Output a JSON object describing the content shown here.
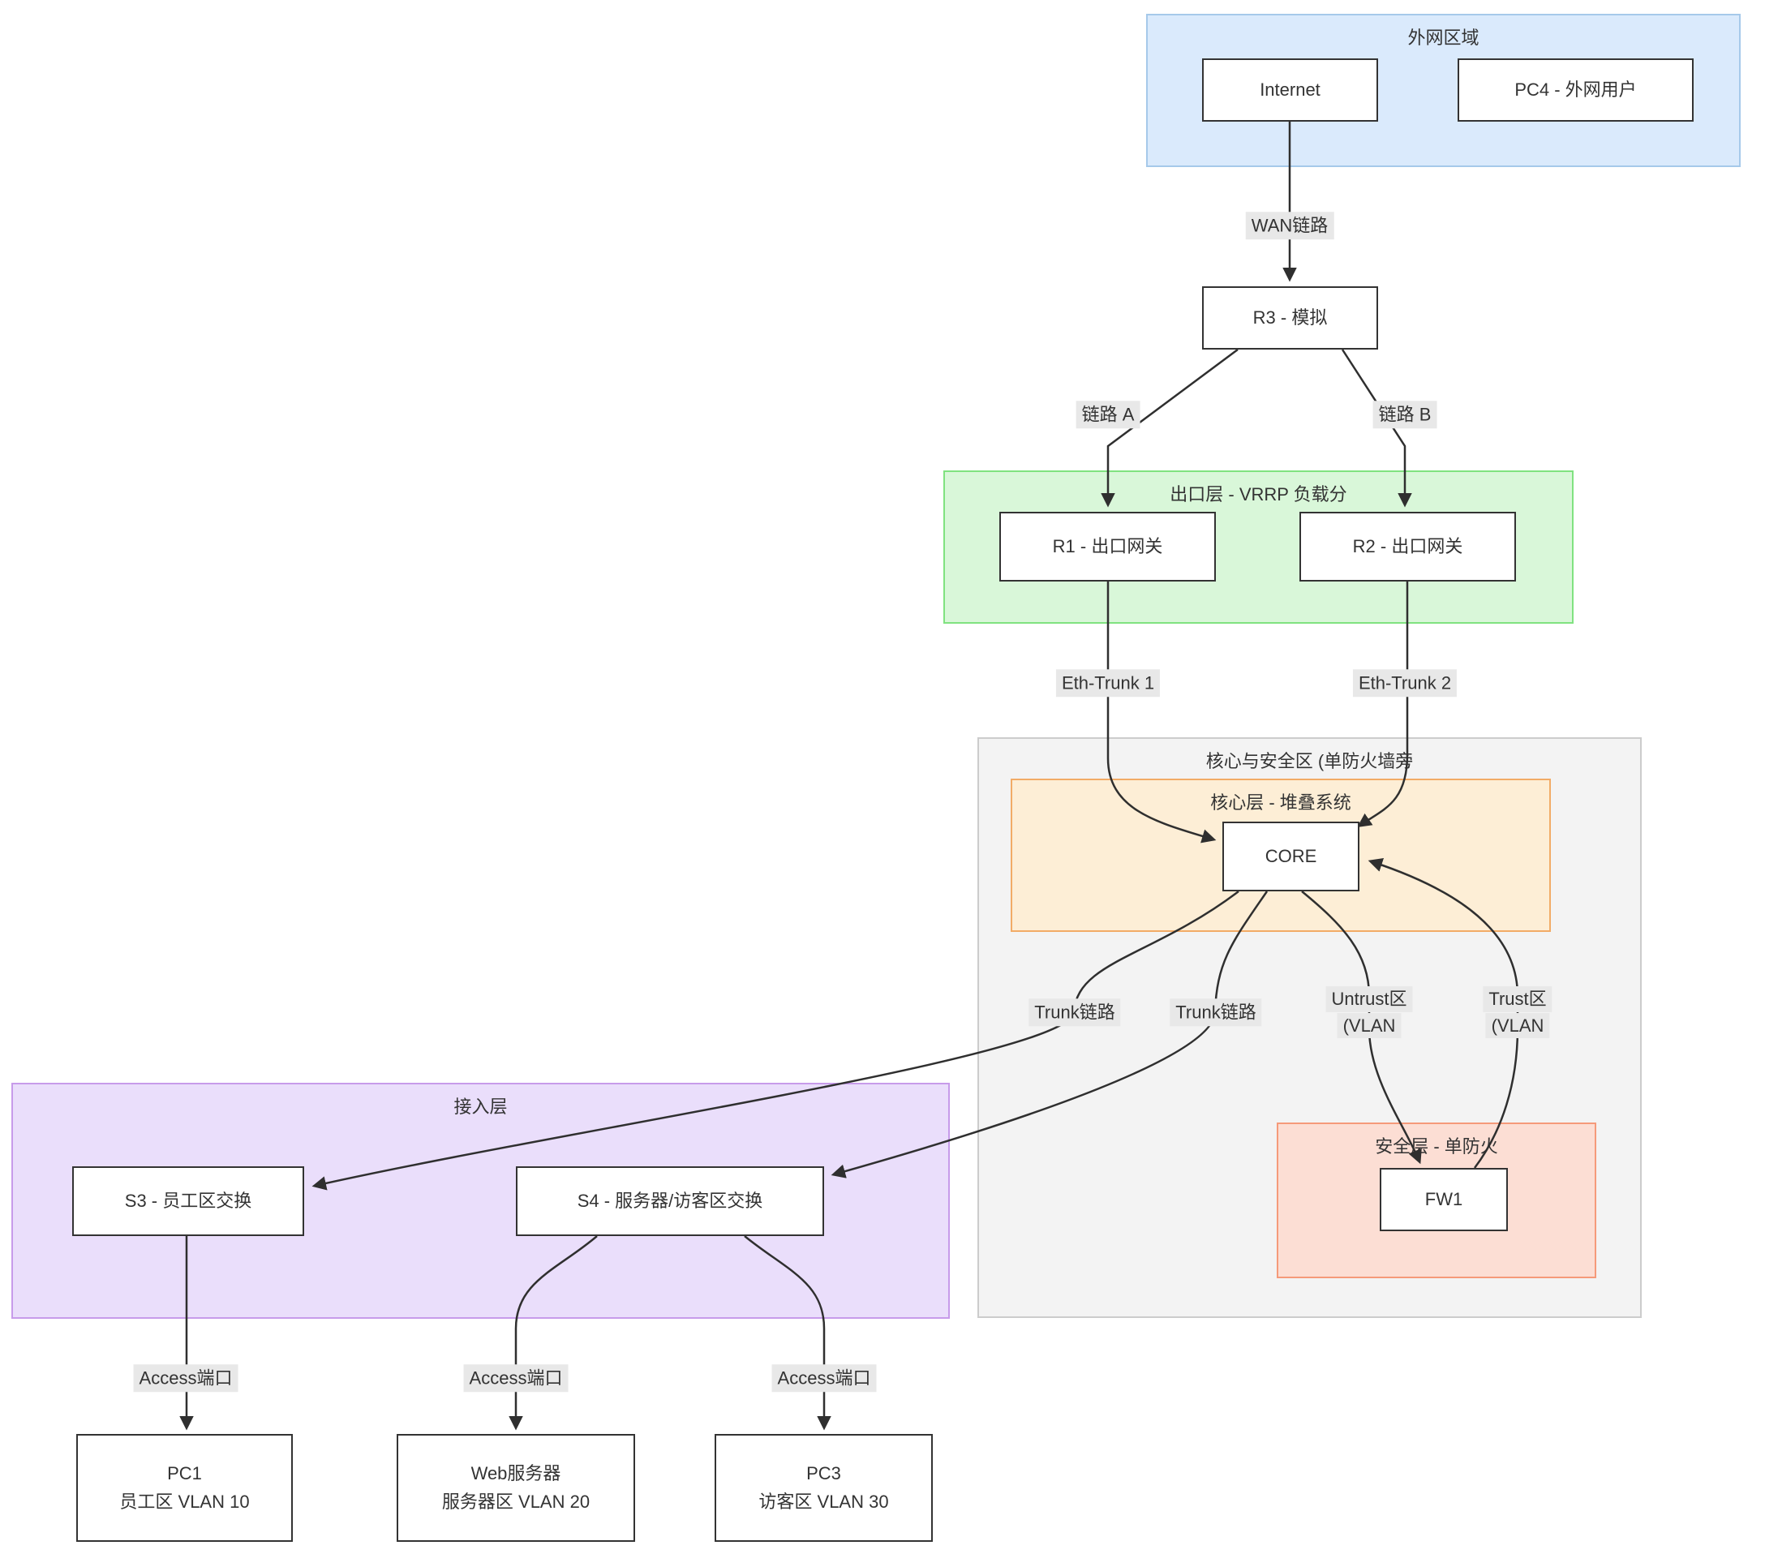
{
  "diagram": {
    "regions": {
      "external": {
        "title": "外网区域"
      },
      "exit_layer": {
        "title": "出口层 - VRRP 负载分"
      },
      "core_security": {
        "title": "核心与安全区 (单防火墙旁"
      },
      "core_layer": {
        "title": "核心层 - 堆叠系统"
      },
      "security_layer": {
        "title": "安全层 - 单防火"
      },
      "access_layer": {
        "title": "接入层"
      }
    },
    "nodes": {
      "internet": {
        "label": "Internet"
      },
      "pc4": {
        "label": "PC4 - 外网用户"
      },
      "r3": {
        "label": "R3 - 模拟"
      },
      "r1": {
        "label": "R1 - 出口网关"
      },
      "r2": {
        "label": "R2 - 出口网关"
      },
      "core": {
        "label": "CORE"
      },
      "fw1": {
        "label": "FW1"
      },
      "s3": {
        "label": "S3 - 员工区交换"
      },
      "s4": {
        "label": "S4 - 服务器/访客区交换"
      },
      "pc1": {
        "line1": "PC1",
        "line2": "员工区 VLAN 10"
      },
      "web_server": {
        "line1": "Web服务器",
        "line2": "服务器区 VLAN 20"
      },
      "pc3": {
        "line1": "PC3",
        "line2": "访客区 VLAN 30"
      }
    },
    "edge_labels": {
      "wan": "WAN链路",
      "link_a": "链路 A",
      "link_b": "链路 B",
      "eth_trunk_1": "Eth-Trunk 1",
      "eth_trunk_2": "Eth-Trunk 2",
      "trunk_left": "Trunk链路",
      "trunk_right": "Trunk链路",
      "untrust_line1": "Untrust区",
      "untrust_line2": "(VLAN",
      "trust_line1": "Trust区",
      "trust_line2": "(VLAN",
      "access_1": "Access端口",
      "access_2": "Access端口",
      "access_3": "Access端口"
    }
  },
  "colors": {
    "edge": "#2f2f2f",
    "node_border": "#333333",
    "node_fill": "#ffffff",
    "text": "#333333",
    "label_bg": "#e8e8e8",
    "region_blue_fill": "#daeafc",
    "region_blue_border": "#a6c9ea",
    "region_green_fill": "#d9f7d9",
    "region_green_border": "#80e280",
    "region_gray_fill": "#f3f3f3",
    "region_gray_border": "#cccccc",
    "region_orange_fill": "#fdeed6",
    "region_orange_border": "#f2ab66",
    "region_red_fill": "#fcded4",
    "region_red_border": "#f59a7a",
    "region_purple_fill": "#eadefb",
    "region_purple_border": "#c79bea"
  }
}
